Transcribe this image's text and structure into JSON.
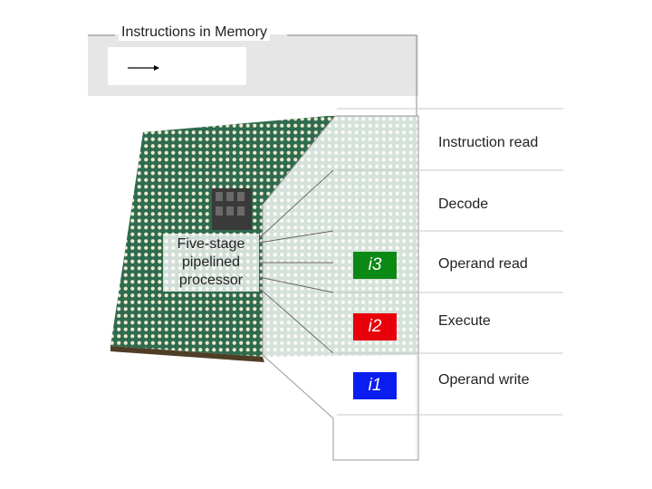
{
  "memory_title": "Instructions in Memory",
  "processor_label": [
    "Five-stage",
    "pipelined",
    "processor"
  ],
  "stages": [
    "Instruction read",
    "Decode",
    "Operand read",
    "Execute",
    "Operand write"
  ],
  "instructions": [
    {
      "label": "i3",
      "color": "#0a8a14"
    },
    {
      "label": "i2",
      "color": "#e8000b"
    },
    {
      "label": "i1",
      "color": "#0a1ef0"
    }
  ],
  "colors": {
    "chip_substrate": "#2f6b4e",
    "pin_dots": "#ece9d0",
    "panel": "#e6e6e6",
    "divider": "#c8c8c8"
  }
}
